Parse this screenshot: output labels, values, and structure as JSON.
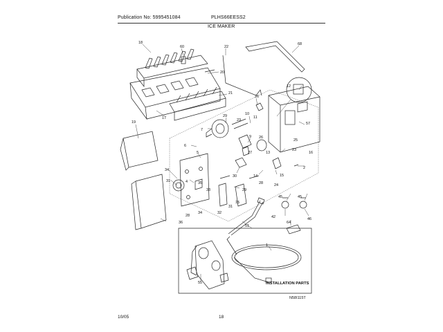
{
  "header": {
    "publication": "Publication No: 5995451084",
    "model": "PLHS66EESS2",
    "section": "ICE MAKER"
  },
  "footer": {
    "date": "10/05",
    "page": "18"
  },
  "diagram": {
    "install_label": "INSTALLATION PARTS",
    "diagram_code": "N58I115T",
    "callouts": [
      "18",
      "60",
      "20",
      "22",
      "68",
      "21",
      "17",
      "26",
      "12",
      "10",
      "11",
      "29",
      "23",
      "7",
      "9",
      "57",
      "19",
      "6",
      "5",
      "27",
      "26",
      "13",
      "16",
      "23",
      "25",
      "15",
      "14",
      "34",
      "31",
      "24",
      "30",
      "33",
      "29",
      "28",
      "2",
      "4",
      "15",
      "35",
      "36",
      "32",
      "31",
      "45",
      "45",
      "28",
      "34",
      "42",
      "46",
      "51",
      "64",
      "1",
      "55"
    ]
  }
}
